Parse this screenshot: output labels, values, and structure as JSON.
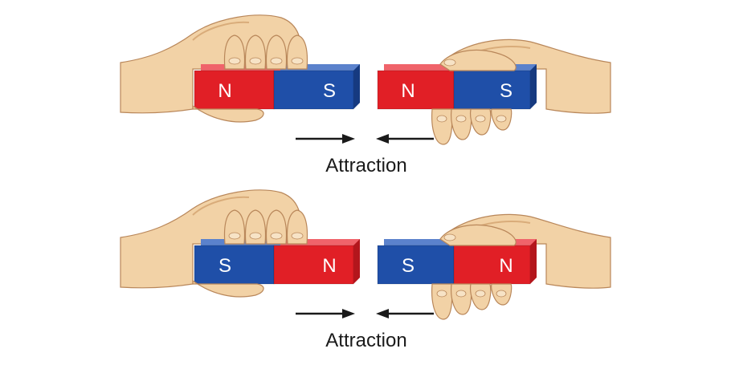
{
  "colors": {
    "north": "#e11f26",
    "north_top": "#f0636a",
    "north_side": "#b3161c",
    "south": "#1f4fa8",
    "south_top": "#5b82cc",
    "south_side": "#163a80",
    "skin": "#f2d2a6",
    "skin_shade": "#d9ac7a",
    "skin_outline": "#b9875a",
    "arrow": "#1a1a1a",
    "text": "#1a1a1a"
  },
  "rows": [
    {
      "left_magnet": {
        "left_pole": "N",
        "right_pole": "S"
      },
      "right_magnet": {
        "left_pole": "N",
        "right_pole": "S"
      },
      "caption": "Attraction"
    },
    {
      "left_magnet": {
        "left_pole": "S",
        "right_pole": "N"
      },
      "right_magnet": {
        "left_pole": "S",
        "right_pole": "N"
      },
      "caption": "Attraction"
    }
  ]
}
